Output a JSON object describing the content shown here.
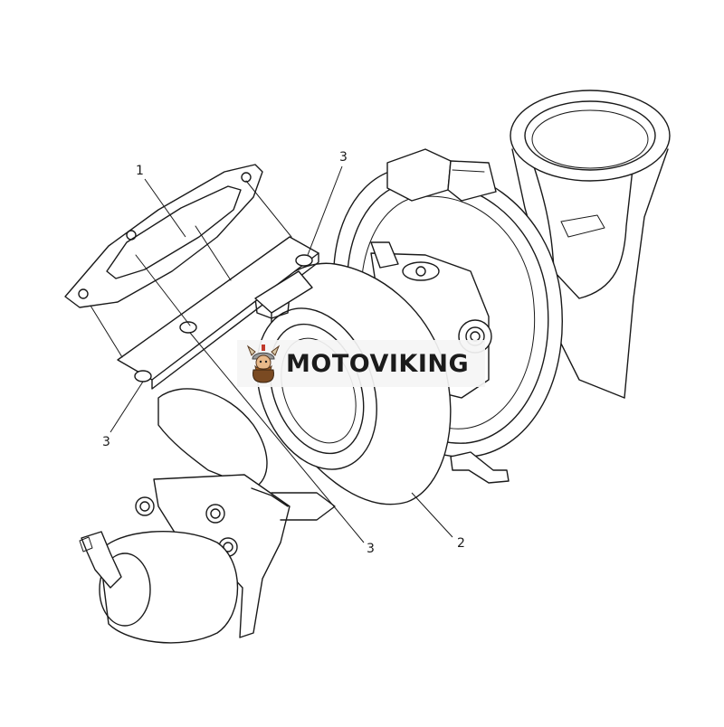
{
  "diagram": {
    "callouts": [
      {
        "id": "c1",
        "label": "1"
      },
      {
        "id": "c3a",
        "label": "3"
      },
      {
        "id": "c3b",
        "label": "3"
      },
      {
        "id": "c3c",
        "label": "3"
      },
      {
        "id": "c2",
        "label": "2"
      }
    ]
  },
  "watermark": {
    "text": "MOTOVIKING",
    "logo_icon": "viking-mascot-icon"
  }
}
